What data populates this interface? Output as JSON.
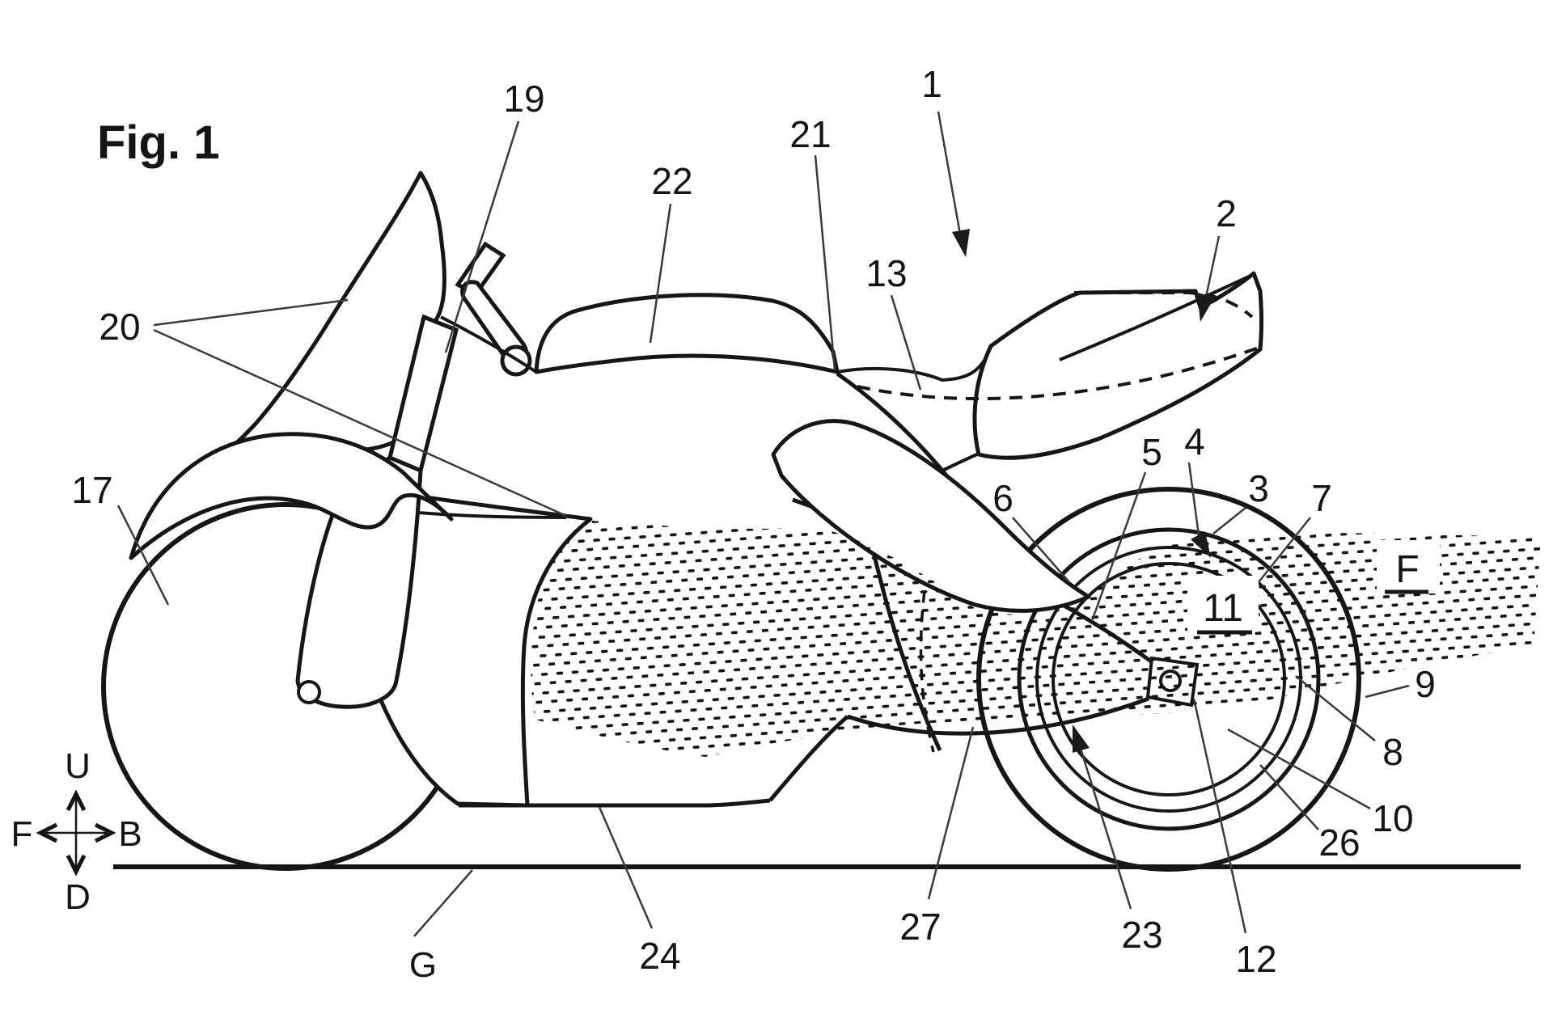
{
  "figure_title": "Fig. 1",
  "orientation": {
    "up": "U",
    "down": "D",
    "front": "F",
    "back": "B"
  },
  "ground": {
    "label": "G"
  },
  "airflow": {
    "label": "F",
    "duct_label": "11"
  },
  "parts": {
    "p1": "1",
    "p2": "2",
    "p3": "3",
    "p4": "4",
    "p5": "5",
    "p6": "6",
    "p7": "7",
    "p8": "8",
    "p9": "9",
    "p10": "10",
    "p12": "12",
    "p13": "13",
    "p17": "17",
    "p19": "19",
    "p20": "20",
    "p21": "21",
    "p22": "22",
    "p23": "23",
    "p24": "24",
    "p26": "26",
    "p27": "27"
  },
  "line_color": "#161616",
  "leader_color": "#3a3a3a"
}
